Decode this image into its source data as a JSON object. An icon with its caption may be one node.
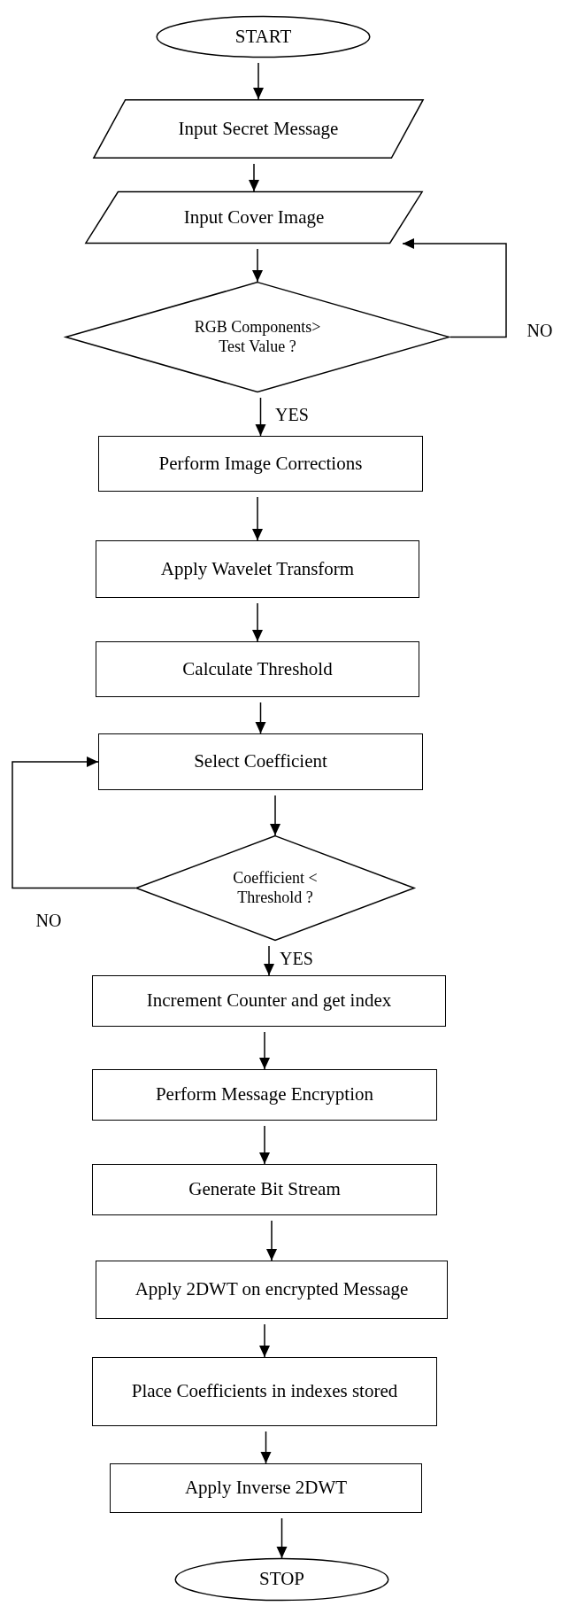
{
  "diagram": {
    "nodes": [
      {
        "text": [
          "START"
        ]
      },
      {
        "text": [
          "Input Secret Message"
        ]
      },
      {
        "text": [
          "Input Cover Image"
        ]
      },
      {
        "text": [
          "RGB Components> Test Value ?"
        ]
      },
      {
        "text": [
          "Perform Image Corrections"
        ]
      },
      {
        "text": [
          "Apply Wavelet Transform"
        ]
      },
      {
        "text": [
          "Calculate Threshold"
        ]
      },
      {
        "text": [
          "Select Coefficient"
        ]
      },
      {
        "text": [
          "Coefficient < Threshold ?"
        ]
      },
      {
        "text": [
          "Increment Counter and get index"
        ]
      },
      {
        "text": [
          "Perform Message Encryption"
        ]
      },
      {
        "text": [
          "Generate Bit Stream"
        ]
      },
      {
        "text": [
          "Apply 2DWT on encrypted Message"
        ]
      },
      {
        "text": [
          "Place Coefficients in indexes stored"
        ]
      },
      {
        "text": [
          "Apply Inverse 2DWT"
        ]
      },
      {
        "text": [
          "STOP"
        ]
      }
    ],
    "edges": [
      {
        "from": 0,
        "to": 1,
        "arrow": "to"
      },
      {
        "from": 1,
        "to": 2,
        "arrow": "to"
      },
      {
        "from": 2,
        "to": 3,
        "arrow": "to"
      },
      {
        "from": 3,
        "to": 2,
        "arrow": "to",
        "label": "NO"
      },
      {
        "from": 3,
        "to": 4,
        "arrow": "to",
        "label": "YES"
      },
      {
        "from": 4,
        "to": 5,
        "arrow": "to"
      },
      {
        "from": 5,
        "to": 6,
        "arrow": "to"
      },
      {
        "from": 6,
        "to": 7,
        "arrow": "to"
      },
      {
        "from": 7,
        "to": 8,
        "arrow": "to"
      },
      {
        "from": 8,
        "to": 7,
        "arrow": "to",
        "label": "NO"
      },
      {
        "from": 8,
        "to": 9,
        "arrow": "to",
        "label": "YES"
      },
      {
        "from": 9,
        "to": 10,
        "arrow": "to"
      },
      {
        "from": 10,
        "to": 11,
        "arrow": "to"
      },
      {
        "from": 11,
        "to": 12,
        "arrow": "to"
      },
      {
        "from": 12,
        "to": 13,
        "arrow": "to"
      },
      {
        "from": 13,
        "to": 14,
        "arrow": "to"
      },
      {
        "from": 14,
        "to": 15,
        "arrow": "to"
      }
    ]
  }
}
